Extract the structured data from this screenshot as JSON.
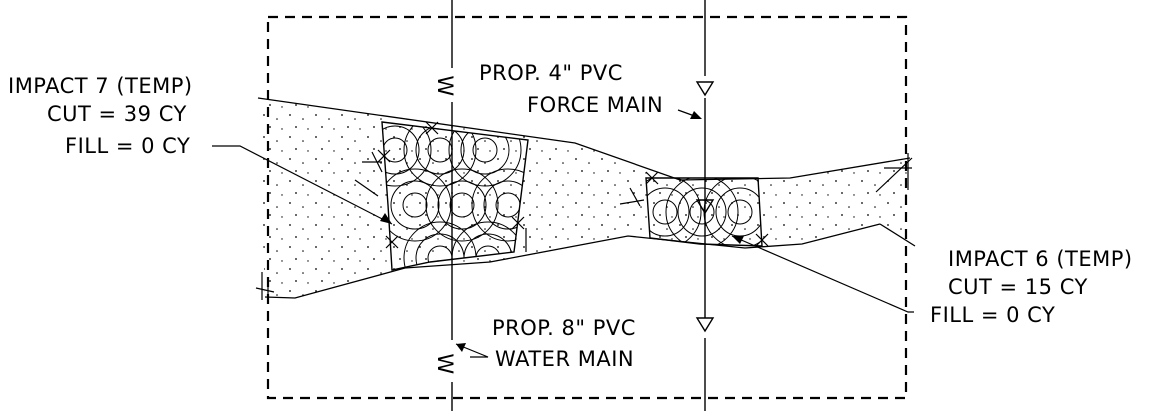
{
  "impact_7": {
    "title": "IMPACT 7 (TEMP)",
    "cut": "CUT = 39 CY",
    "fill": "FILL = 0 CY"
  },
  "impact_6": {
    "title": "IMPACT 6 (TEMP)",
    "cut": "CUT = 15 CY",
    "fill": "FILL = 0 CY"
  },
  "force_main": {
    "line1": "PROP. 4\" PVC",
    "line2": "FORCE MAIN"
  },
  "water_main": {
    "line1": "PROP. 8\" PVC",
    "line2": "WATER MAIN",
    "symbol": "W"
  },
  "colors": {
    "linework": "#000000",
    "background": "#ffffff"
  }
}
